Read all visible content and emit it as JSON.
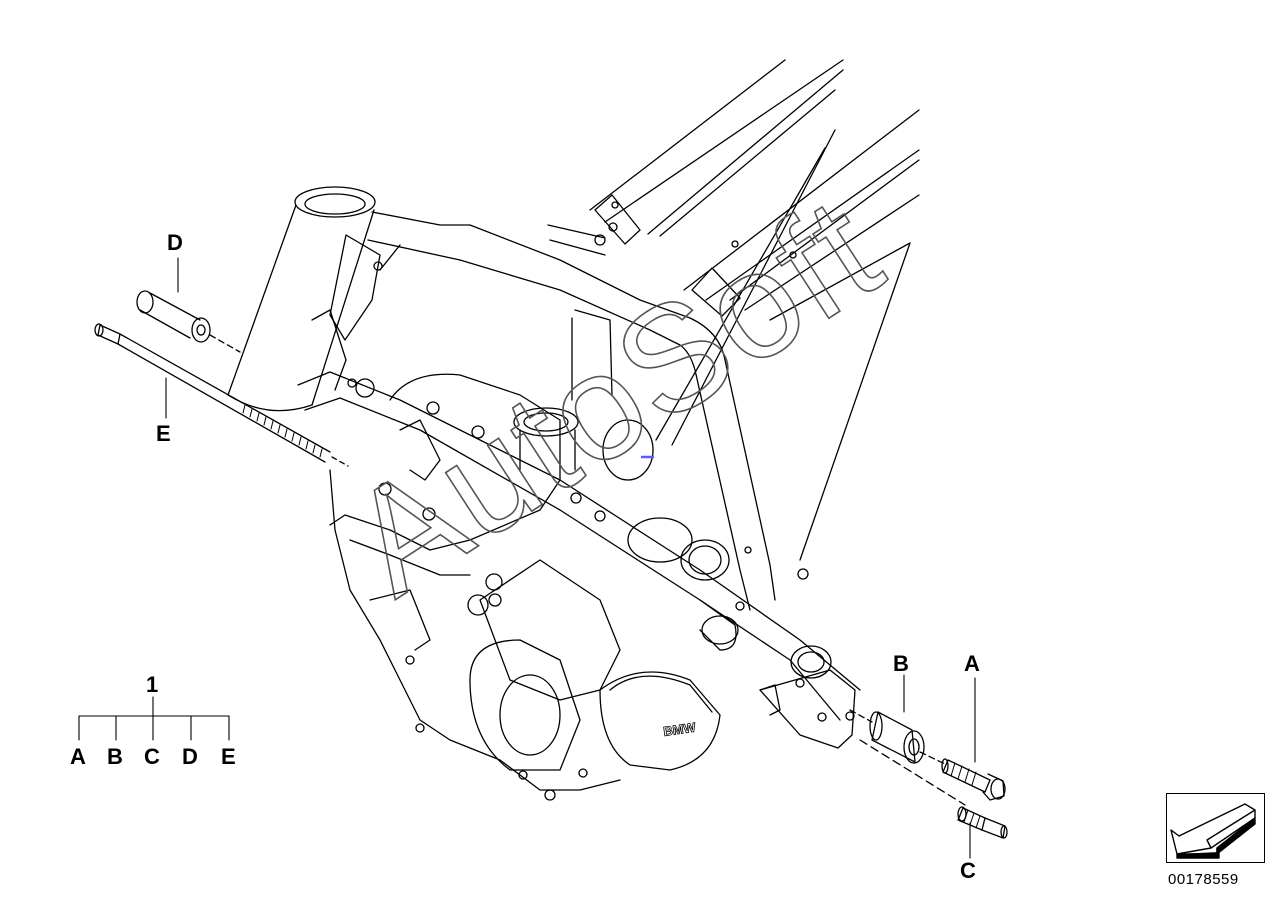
{
  "callouts": {
    "a": "A",
    "b": "B",
    "c": "C",
    "d": "D",
    "e": "E"
  },
  "assembly": {
    "number": "1",
    "items": [
      "A",
      "B",
      "C",
      "D",
      "E"
    ]
  },
  "engine_badge": "BMW",
  "watermark": "AutoSoft",
  "part_number": "00178559",
  "colors": {
    "line": "#000000",
    "watermark": "#555555",
    "accent": "#5b5bff"
  },
  "icons": {
    "navigation": "arrow-down-left-icon"
  }
}
